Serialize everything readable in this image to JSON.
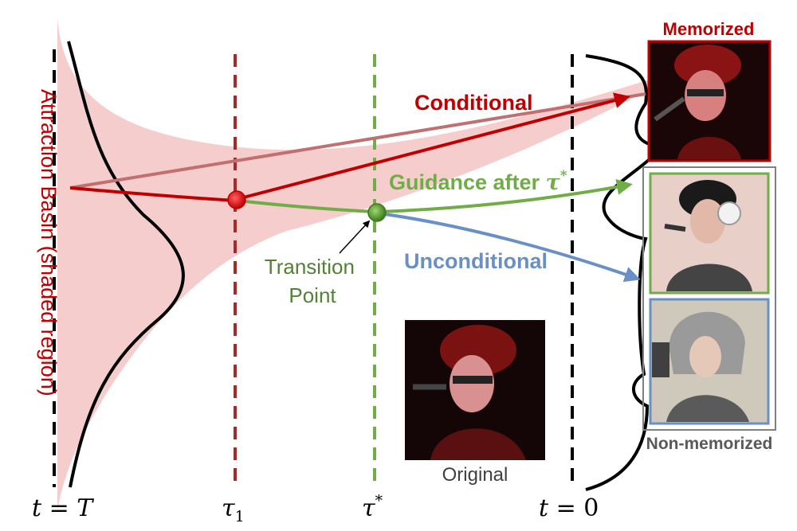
{
  "diagram": {
    "side_label": "Attraction Basin (shaded region)",
    "paths": {
      "conditional": "Conditional",
      "guidance_prefix": "Guidance after ",
      "guidance_symbol": "τ",
      "guidance_sup": "*",
      "unconditional": "Unconditional"
    },
    "transition_label": [
      "Transition",
      "Point"
    ],
    "timesteps": {
      "t_T": {
        "var": "t",
        "eq": " = ",
        "val": "T"
      },
      "tau1": {
        "sym": "τ",
        "sub": "1"
      },
      "tau_star": {
        "sym": "τ",
        "sup": "*"
      },
      "t_0": {
        "var": "t",
        "eq": " = ",
        "val": "0"
      }
    },
    "images": {
      "memorized": "Memorized",
      "non_memorized": "Non-memorized",
      "original": "Original"
    }
  },
  "colors": {
    "basin": "#f4c4c4",
    "conditional": "#c00000",
    "conditional_faded": "#c07070",
    "guidance": "#70ad47",
    "unconditional": "#6a8fc6",
    "transition_text": "#548235",
    "dashed_black": "#000000",
    "dashed_red": "#a52a2a",
    "dashed_green": "#70ad47",
    "caption_gray": "#595959"
  }
}
